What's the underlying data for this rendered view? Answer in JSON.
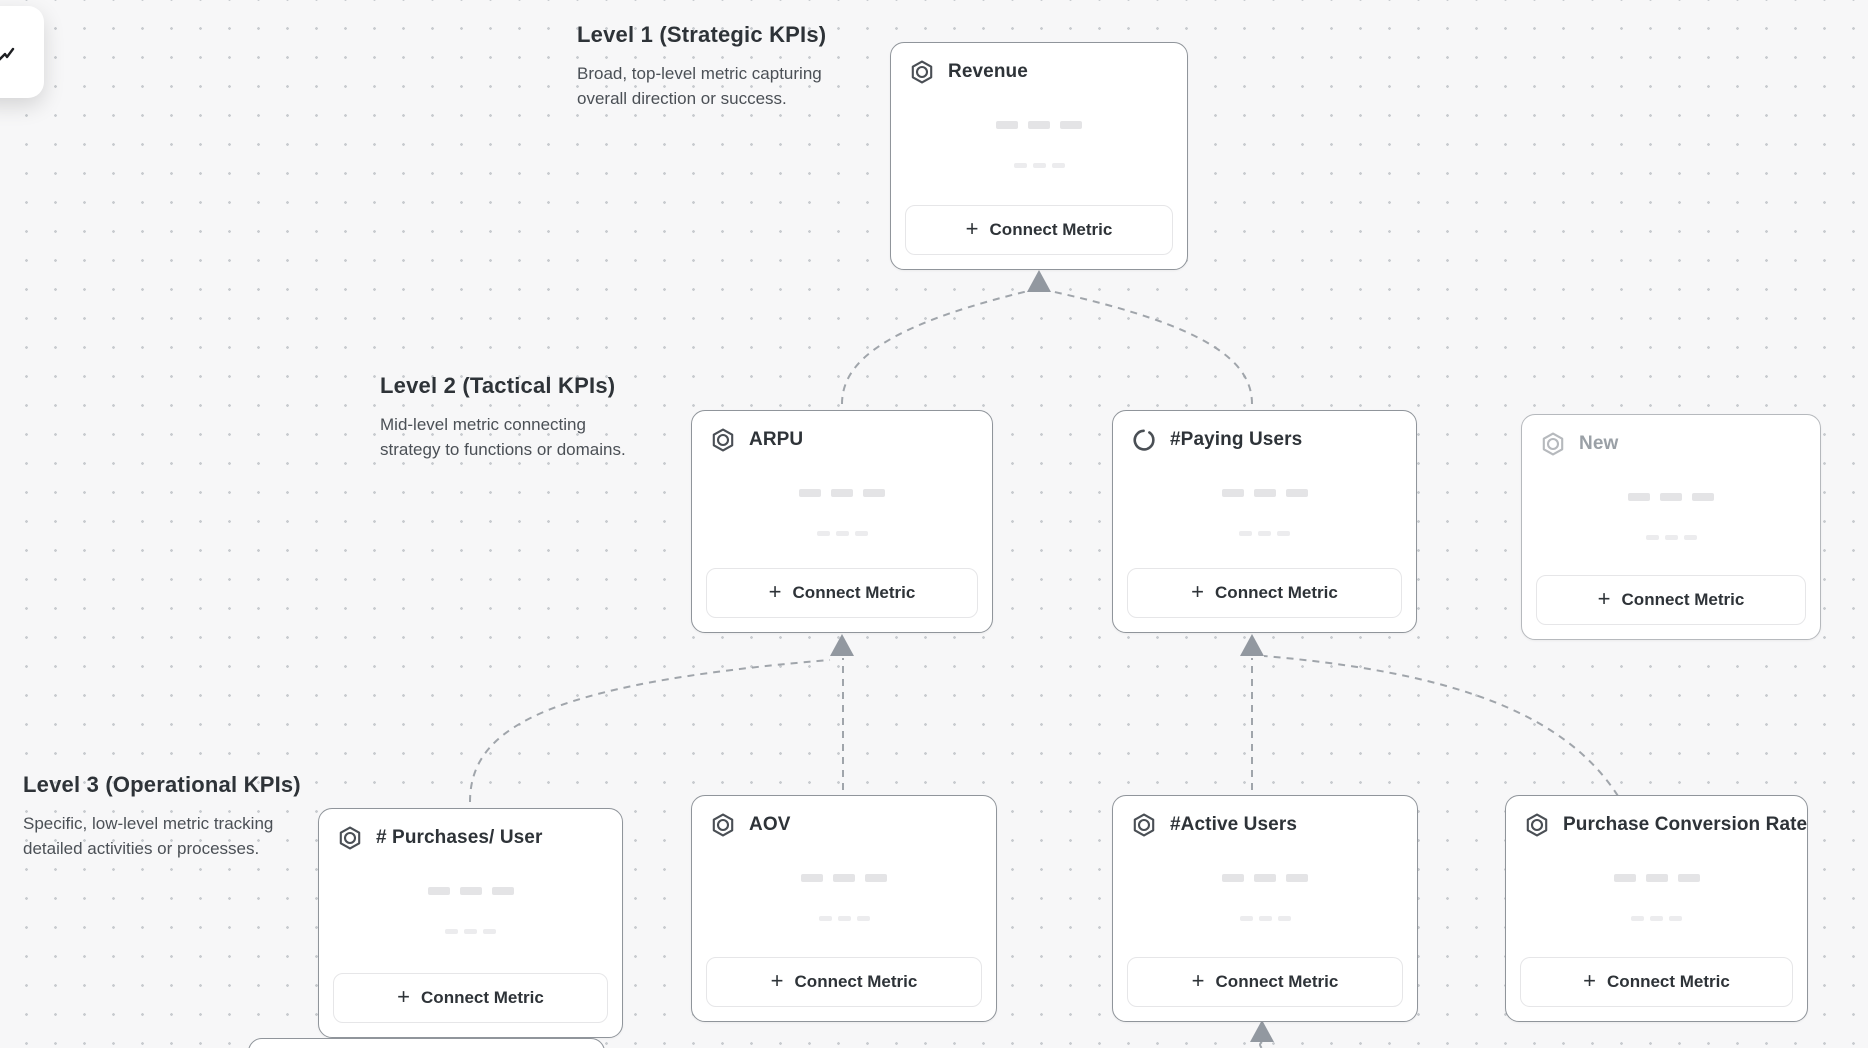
{
  "ui": {
    "plus_glyph": "+"
  },
  "levels": [
    {
      "heading": "Level 1 (Strategic KPIs)",
      "description": "Broad, top-level metric capturing overall direction or success."
    },
    {
      "heading": "Level 2 (Tactical KPIs)",
      "description": "Mid-level metric connecting strategy to functions or domains."
    },
    {
      "heading": "Level 3 (Operational KPIs)",
      "description": "Specific, low-level metric tracking detailed activities or processes."
    }
  ],
  "cards": [
    {
      "title": "Revenue",
      "level": 1,
      "icon": "metric-hexagon-icon",
      "button_label": "Connect Metric"
    },
    {
      "title": "ARPU",
      "level": 2,
      "icon": "metric-hexagon-icon",
      "button_label": "Connect Metric"
    },
    {
      "title": "#Paying Users",
      "level": 2,
      "icon": "loading-spinner-icon",
      "button_label": "Connect Metric"
    },
    {
      "title": "New",
      "level": 2,
      "icon": "metric-hexagon-icon",
      "state": "draft",
      "button_label": "Connect Metric"
    },
    {
      "title": "# Purchases/ User",
      "level": 3,
      "icon": "metric-hexagon-icon",
      "button_label": "Connect Metric"
    },
    {
      "title": "AOV",
      "level": 3,
      "icon": "metric-hexagon-icon",
      "button_label": "Connect Metric"
    },
    {
      "title": "#Active Users",
      "level": 3,
      "icon": "metric-hexagon-icon",
      "button_label": "Connect Metric"
    },
    {
      "title": "Purchase Conversion Rate",
      "level": 3,
      "icon": "metric-hexagon-icon",
      "button_label": "Connect Metric"
    }
  ],
  "connections": [
    {
      "from": "ARPU",
      "to": "Revenue"
    },
    {
      "from": "#Paying Users",
      "to": "Revenue"
    },
    {
      "from": "# Purchases/ User",
      "to": "ARPU"
    },
    {
      "from": "AOV",
      "to": "ARPU"
    },
    {
      "from": "#Active Users",
      "to": "#Paying Users"
    },
    {
      "from": "Purchase Conversion Rate",
      "to": "#Paying Users"
    },
    {
      "from": null,
      "to": "#Active Users"
    }
  ],
  "colors": {
    "canvas_background": "#f7f7f8",
    "dot_grid": "#c9ccd0",
    "card_border": "#90959b",
    "connector": "#a0a5ab",
    "title_text": "#2e3338",
    "muted_text": "#9aa0a6"
  }
}
